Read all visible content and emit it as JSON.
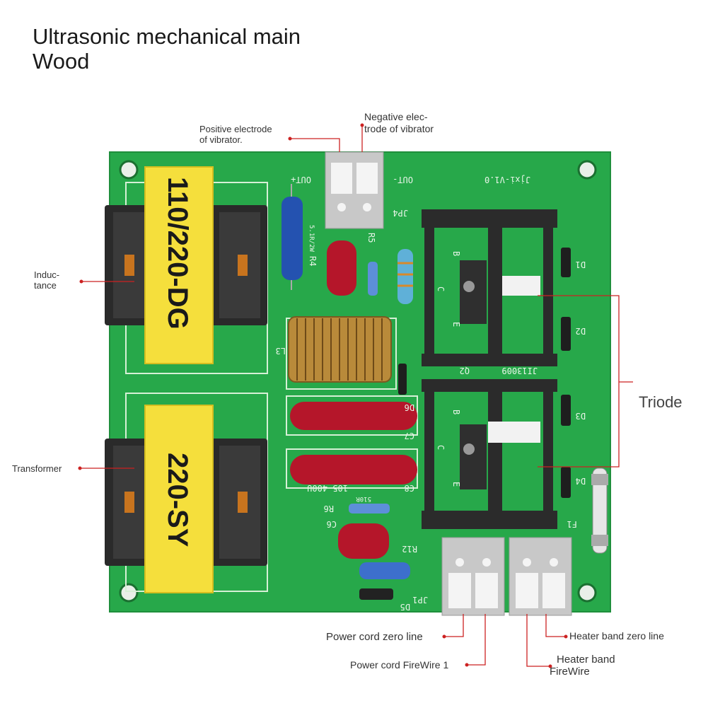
{
  "title": {
    "line1": "Ultrasonic mechanical main",
    "line2": "Wood"
  },
  "callouts": {
    "positive_electrode": [
      "Positive electrode",
      "of vibrator."
    ],
    "negative_electrode": [
      "Negative elec-",
      "trode of vibrator"
    ],
    "inductance": [
      "Induc-",
      "tance"
    ],
    "transformer": "Transformer",
    "triode": "Triode",
    "power_zero": "Power cord zero line",
    "power_fire": "Power cord FireWire 1",
    "heater_zero": "Heater band zero line",
    "heater_fire": [
      "Heater band",
      "FireWire"
    ]
  },
  "board": {
    "transformer_top_label": "110/220-DG",
    "transformer_bottom_label": "220-SY",
    "model_silk": "Jjxi-V1.0",
    "transistor_silk": "JI13009",
    "silk_labels": {
      "out_plus": "OUT+",
      "out_minus": "OUT-",
      "jp4": "JP4",
      "r4": "R4",
      "r5": "R5",
      "d1": "D1",
      "d2": "D2",
      "d3": "D3",
      "d4": "D4",
      "d5": "D5",
      "d6": "D6",
      "c7": "C7",
      "c8": "C8",
      "c6": "C6",
      "r6": "R6",
      "r12": "R12",
      "f1": "F1",
      "jp1": "JP1",
      "q2": "Q2",
      "l3": "L3",
      "b": "B",
      "c": "C",
      "e": "E",
      "c8_value": "105 400U",
      "r6_value": "510R",
      "r4_value": "5.1R/2W"
    }
  },
  "colors": {
    "pcb": "#27a84a",
    "pcb_dark": "#1f8f3c",
    "transformer_yellow": "#f5df3c",
    "ferrite": "#2a2a2a",
    "capacitor_red": "#b5162a",
    "heatsink": "#2b2b2b",
    "connector": "#c8c8c8",
    "callout_line": "#cc2222",
    "silk": "#e8f5e8"
  }
}
